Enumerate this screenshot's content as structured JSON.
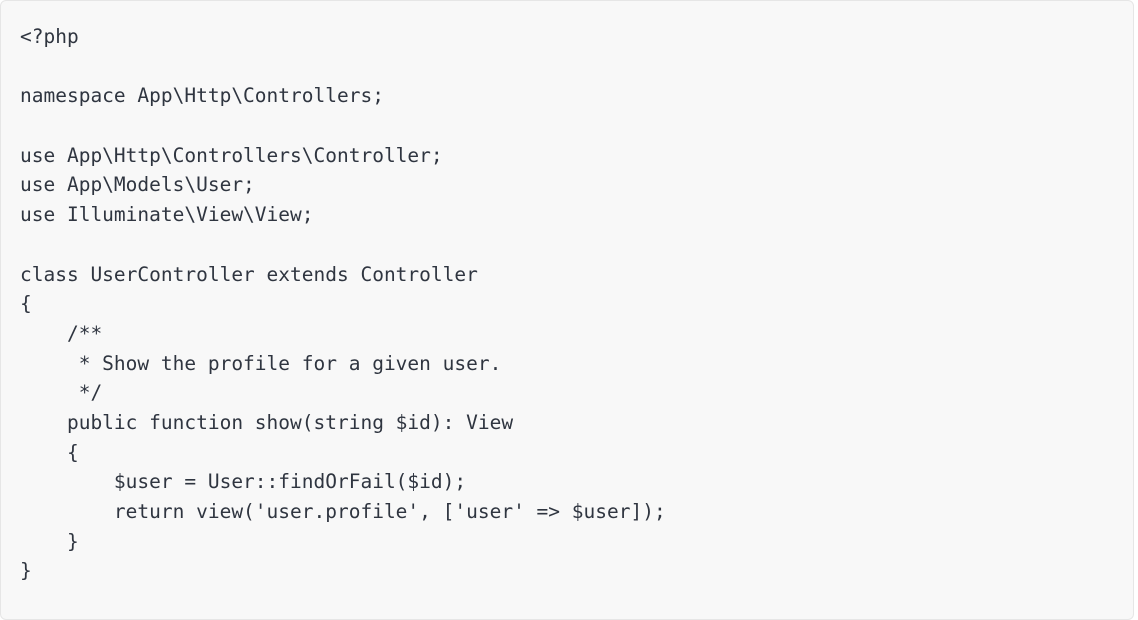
{
  "code": {
    "language": "php",
    "lines": [
      "<?php",
      "",
      "namespace App\\Http\\Controllers;",
      "",
      "use App\\Http\\Controllers\\Controller;",
      "use App\\Models\\User;",
      "use Illuminate\\View\\View;",
      "",
      "class UserController extends Controller",
      "{",
      "    /**",
      "     * Show the profile for a given user.",
      "     */",
      "    public function show(string $id): View",
      "    {",
      "        $user = User::findOrFail($id);",
      "        return view('user.profile', ['user' => $user]);",
      "    }",
      "}"
    ]
  }
}
